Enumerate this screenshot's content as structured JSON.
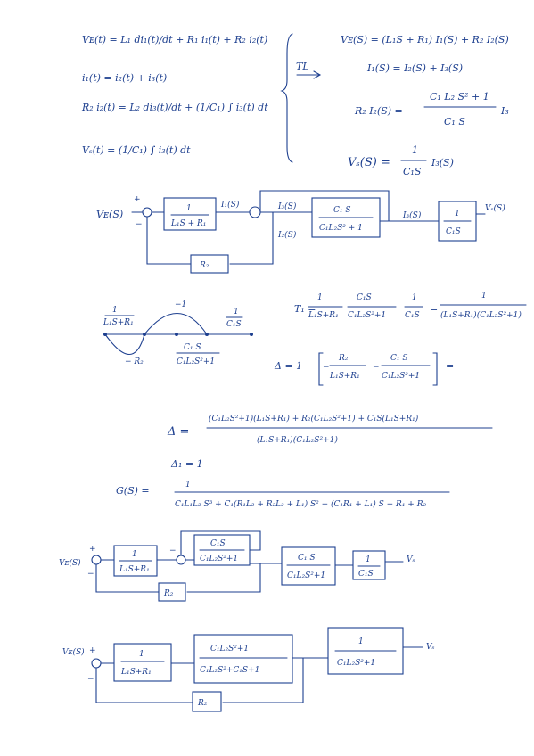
{
  "time_domain": {
    "eq1": "Vᴇ(t) = L₁ di₁(t)/dt + R₁ i₁(t) + R₂ i₂(t)",
    "eq2": "i₁(t) = i₂(t) + i₃(t)",
    "eq3": "R₂ i₂(t) = L₂ di₃(t)/dt + (1/C₁) ∫ i₃(t) dt",
    "eq4": "Vₛ(t) = (1/C₁) ∫ i₃(t) dt"
  },
  "transform_label": "TL",
  "s_domain": {
    "eq1": "Vᴇ(S) = (L₁S + R₁) I₁(S) + R₂ I₂(S)",
    "eq2": "I₁(S) = I₂(S) + I₃(S)",
    "eq3_lhs": "R₂ I₂(S) =",
    "eq3_num": "C₁ L₂ S² + 1",
    "eq3_den": "C₁ S",
    "eq3_rhs": "I₃",
    "eq4_lhs": "Vₛ(S) =",
    "eq4_num": "1",
    "eq4_den": "C₁S",
    "eq4_rhs": "I₃(S)"
  },
  "block1": {
    "input": "Vᴇ(S)",
    "plus_sign": "+",
    "minus_sign": "−",
    "g1_num": "1",
    "g1_den": "L₁S + R₁",
    "sig_i1": "I₁(S)",
    "sig_i3": "I₃(S)",
    "sig_i2": "I₂(S)",
    "g2_num": "C₁ S",
    "g2_den": "C₁L₂S² + 1",
    "sig_i3_out": "I₃(S)",
    "g3_num": "1",
    "g3_den": "C₁S",
    "output": "Vₛ(S)",
    "feedback": "R₂"
  },
  "signal_flow": {
    "branch1_num": "1",
    "branch1_den": "L₁S+R₁",
    "loop_top": "−1",
    "branch3_num": "1",
    "branch3_den": "C₁S",
    "branch2_num": "C₁ S",
    "branch2_den": "C₁L₂S²+1",
    "loop_bottom": "− R₂"
  },
  "path_gain": {
    "lhs": "T₁ =",
    "f1_num": "1",
    "f1_den": "L₁S+R₁",
    "f2_num": "C₁S",
    "f2_den": "C₁L₂S²+1",
    "f3_num": "1",
    "f3_den": "C₁S",
    "eq": "=",
    "res_num": "1",
    "res_den": "(L₁S+R₁)(C₁L₂S²+1)"
  },
  "delta_expr": {
    "lhs": "Δ = 1 −",
    "t1_num": "R₂",
    "t1_den": "L₁S+R₁",
    "minus": "−",
    "t2_num": "C₁ S",
    "t2_den": "C₁L₂S²+1",
    "eq": "=",
    "lead_minus": "−"
  },
  "delta_full": {
    "lhs": "Δ =",
    "num": "(C₁L₂S²+1)(L₁S+R₁) + R₂(C₁L₂S²+1) + C₁S(L₁S+R₁)",
    "den": "(L₁S+R₁)(C₁L₂S²+1)"
  },
  "delta1": "Δ₁ = 1",
  "transfer": {
    "lhs": "G(S) =",
    "num": "1",
    "den": "C₁L₁L₂ S³ + C₁(R₁L₂ + R₂L₂ + L₁) S² + (C₁R₁ + L₁) S + R₁ + R₂"
  },
  "block2": {
    "input": "Vᴇ(S)",
    "plus_sign": "+",
    "minus_sign": "−",
    "inner_minus": "−",
    "g1_num": "1",
    "g1_den": "L₁S+R₁",
    "inner_num": "C₁S",
    "inner_den": "C₁L₂S²+1",
    "g2_num": "C₁ S",
    "g2_den": "C₁L₂S²+1",
    "g3_num": "1",
    "g3_den": "C₁S",
    "output": "Vₛ",
    "feedback": "R₂"
  },
  "block3": {
    "input": "Vᴇ(S)",
    "plus_sign": "+",
    "minus_sign": "−",
    "g1_num": "1",
    "g1_den": "L₁S+R₁",
    "g2_num": "C₁L₂S²+1",
    "g2_den": "C₁L₂S²+C₁S+1",
    "g3_num": "1",
    "g3_den": "C₁L₂S²+1",
    "output": "Vₛ",
    "feedback": "R₂"
  }
}
